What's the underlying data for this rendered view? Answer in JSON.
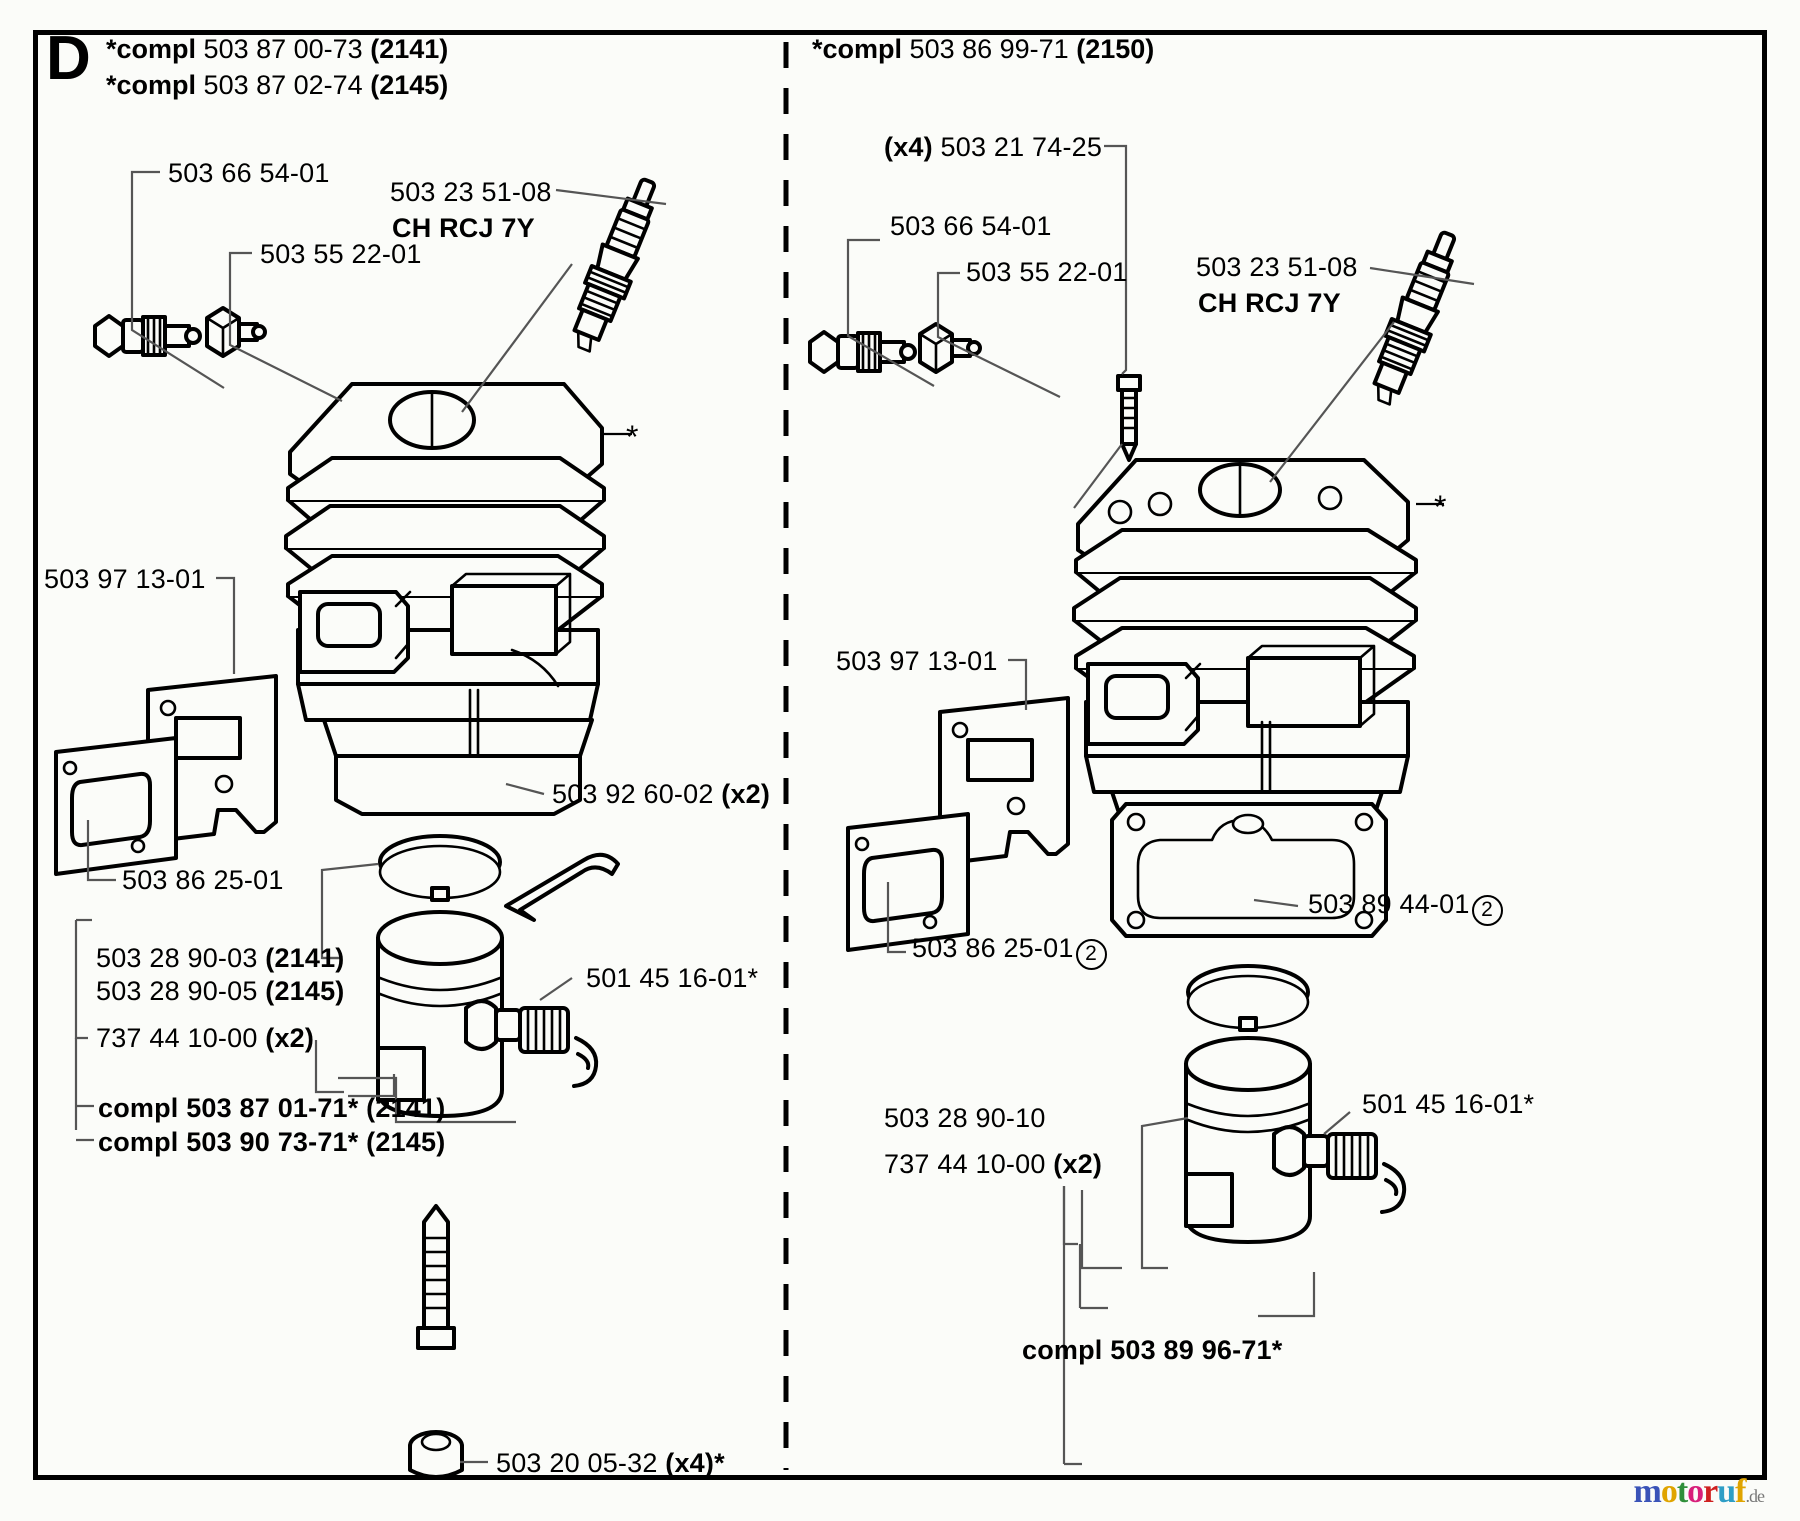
{
  "page": {
    "section_letter": "D",
    "watermark": "motoruf.de"
  },
  "left_panel": {
    "header": [
      {
        "prefix": "*compl",
        "number": "503 87 00-73",
        "model": "(2141)"
      },
      {
        "prefix": "*compl",
        "number": "503 87 02-74",
        "model": "(2145)"
      }
    ],
    "labels": {
      "decomp_valve": "503 66 54-01",
      "nut": "503 55 22-01",
      "spark_plug_no": "503 23 51-08",
      "spark_plug_type": "CH RCJ 7Y",
      "cyl_star": "*",
      "plate": "503 97 13-01",
      "gasket": "503 86 25-01",
      "clip_spring": "503 92 60-02",
      "clip_spring_qty": "(x2)",
      "piston_2141": "503 28 90-03",
      "piston_2141_model": "(2141)",
      "piston_2145": "503 28 90-05",
      "piston_2145_model": "(2145)",
      "circlip": "737 44 10-00",
      "circlip_qty": "(x2)",
      "bearing": "501 45 16-01*",
      "compl_2141": "compl 503 87 01-71*",
      "compl_2141_model": "(2141)",
      "compl_2145": "compl 503 90 73-71*",
      "compl_2145_model": "(2145)",
      "screw": "503 20 05-32",
      "screw_qty": "(x4)*"
    }
  },
  "right_panel": {
    "header": [
      {
        "prefix": "*compl",
        "number": "503 86 99-71",
        "model": "(2150)"
      }
    ],
    "labels": {
      "screw_top_qty": "(x4)",
      "screw_top": "503 21 74-25",
      "decomp_valve": "503 66 54-01",
      "nut": "503 55 22-01",
      "spark_plug_no": "503 23 51-08",
      "spark_plug_type": "CH RCJ 7Y",
      "cyl_star": "*",
      "plate": "503 97 13-01",
      "base_gasket": "503 89 44-01",
      "base_gasket_qty": "2",
      "gasket": "503 86 25-01",
      "gasket_qty": "2",
      "piston": "503 28 90-10",
      "circlip": "737 44 10-00",
      "circlip_qty": "(x2)",
      "bearing": "501 45 16-01*",
      "compl": "compl 503 89 96-71*"
    }
  }
}
